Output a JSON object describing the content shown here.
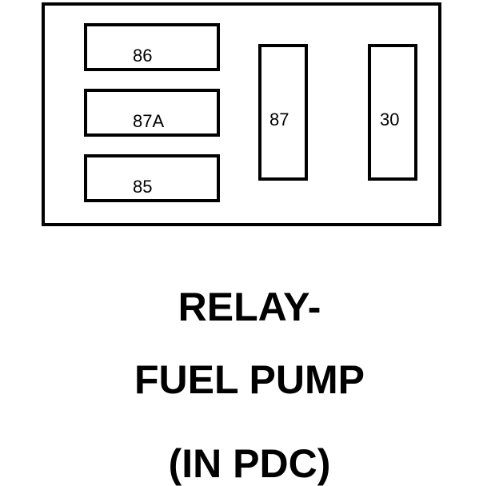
{
  "relay": {
    "terminals": {
      "t86": "86",
      "t87a": "87A",
      "t85": "85",
      "t87": "87",
      "t30": "30"
    }
  },
  "caption": {
    "line1": "RELAY-",
    "line2": "FUEL PUMP",
    "line3": "(IN PDC)"
  }
}
